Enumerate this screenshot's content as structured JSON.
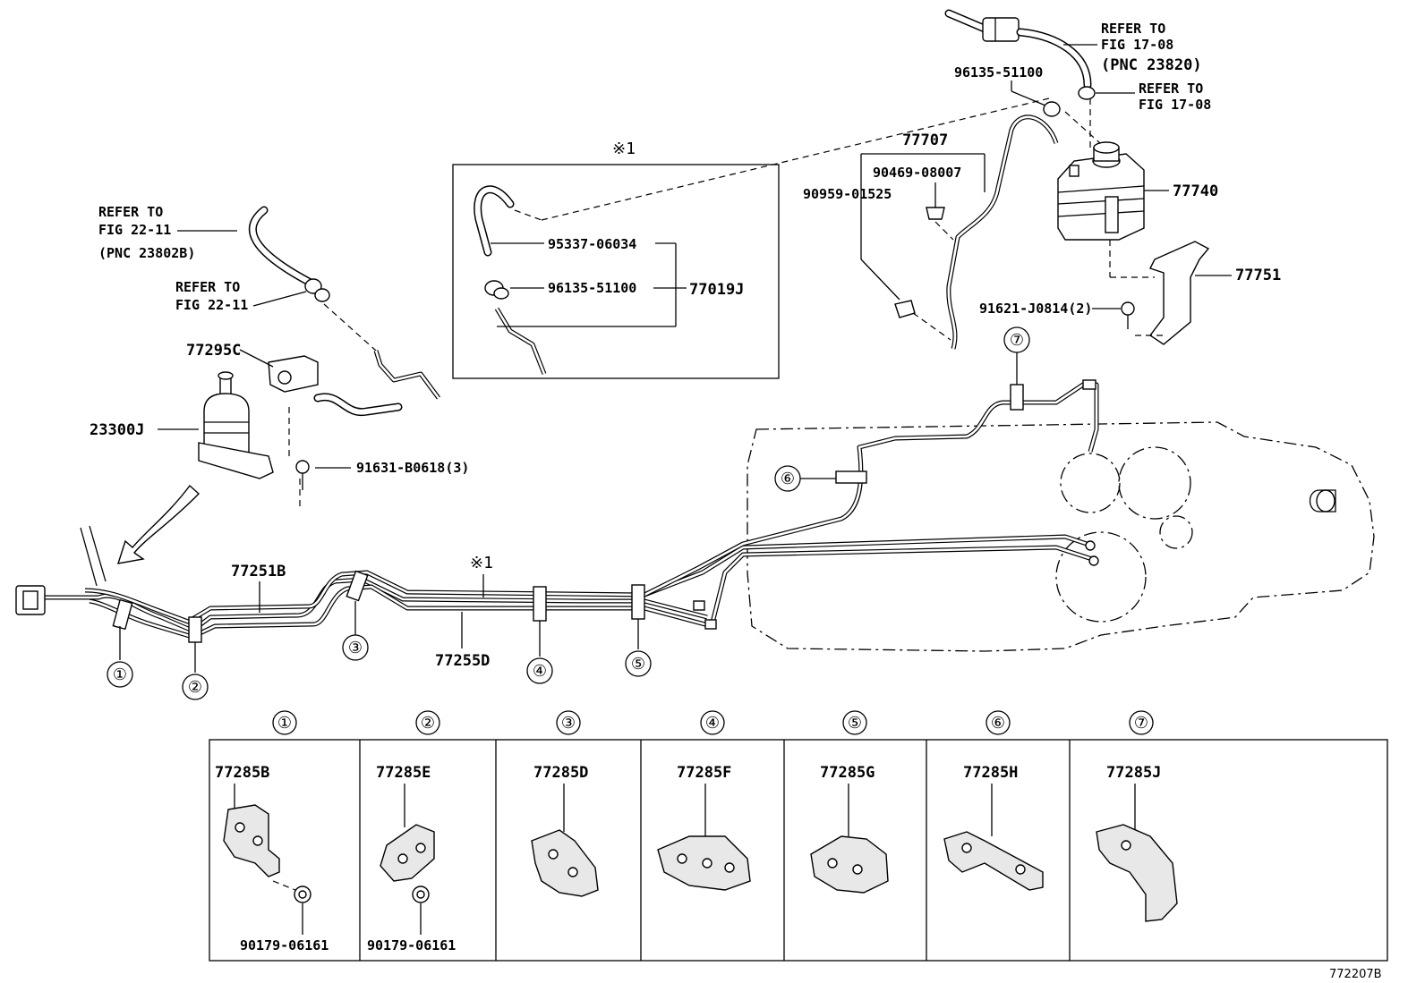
{
  "labels": {
    "refer_22_11_a": "REFER TO",
    "refer_22_11_b": "FIG 22-11",
    "pnc_23802b": "(PNC 23802B)",
    "refer_22_11_c": "REFER TO",
    "refer_22_11_d": "FIG 22-11",
    "p77295c": "77295C",
    "p23300j": "23300J",
    "p91631": "91631-B0618(3)",
    "star1_box": "※1",
    "p95337": "95337-06034",
    "p96135_box": "96135-51100",
    "p77019j": "77019J",
    "refer_17_08_a": "REFER TO",
    "refer_17_08_b": "FIG 17-08",
    "pnc_23820": "(PNC 23820)",
    "refer_17_08_c": "REFER TO",
    "refer_17_08_d": "FIG 17-08",
    "p96135_top": "96135-51100",
    "p77707": "77707",
    "p90469": "90469-08007",
    "p90959": "90959-01525",
    "p77740": "77740",
    "p77751": "77751",
    "p91621": "91621-J0814(2)",
    "p77251b": "77251B",
    "star1_line": "※1",
    "p77255d": "77255D",
    "diagram_code": "772207B"
  },
  "callouts": [
    "①",
    "②",
    "③",
    "④",
    "⑤",
    "⑥",
    "⑦"
  ],
  "clamp_table": [
    {
      "marker": "①",
      "part": "77285B",
      "sub": "90179-06161"
    },
    {
      "marker": "②",
      "part": "77285E",
      "sub": "90179-06161"
    },
    {
      "marker": "③",
      "part": "77285D",
      "sub": ""
    },
    {
      "marker": "④",
      "part": "77285F",
      "sub": ""
    },
    {
      "marker": "⑤",
      "part": "77285G",
      "sub": ""
    },
    {
      "marker": "⑥",
      "part": "77285H",
      "sub": ""
    },
    {
      "marker": "⑦",
      "part": "77285J",
      "sub": ""
    }
  ]
}
